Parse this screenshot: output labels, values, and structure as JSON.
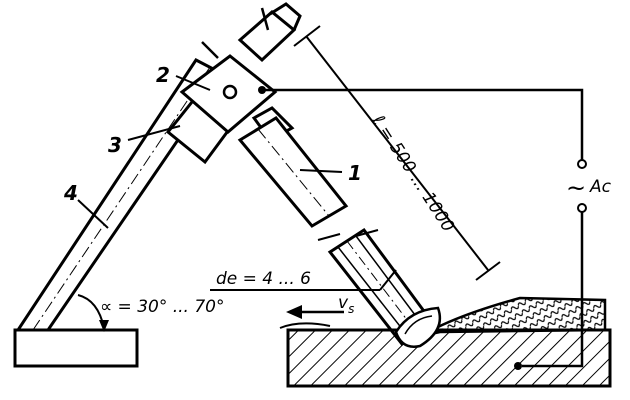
{
  "labels": {
    "part_1": "1",
    "part_2": "2",
    "part_3": "3",
    "part_4": "4"
  },
  "annotations": {
    "length": "ℓ = 500 ... 1000",
    "diameter": "de = 4 ... 6",
    "angle": "∝ = 30° ... 70°",
    "speed_symbol": "v",
    "speed_subscript": "s",
    "ac_tilde": "~",
    "ac_label": "Ac"
  },
  "colors": {
    "ink": "#000000",
    "paper": "#ffffff"
  }
}
